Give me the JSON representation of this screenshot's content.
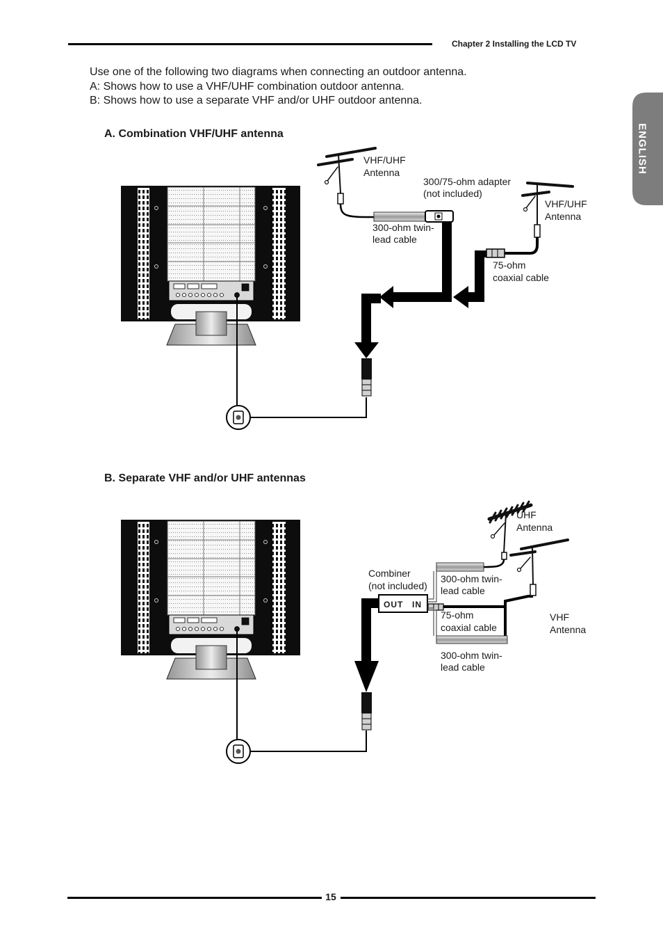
{
  "header": {
    "chapter_title": "Chapter 2 Installing the LCD TV"
  },
  "side_tab": {
    "label": "ENGLISH"
  },
  "intro": {
    "line1": "Use one of the following two diagrams when connecting an outdoor antenna.",
    "line2": "A: Shows how to use a VHF/UHF combination outdoor antenna.",
    "line3": "B: Shows how to use a separate VHF and/or UHF outdoor antenna."
  },
  "diagram_a": {
    "title": "A. Combination VHF/UHF antenna",
    "antenna_left": {
      "line1": "VHF/UHF",
      "line2": "Antenna"
    },
    "adapter": {
      "line1": "300/75-ohm adapter",
      "line2": "(not included)"
    },
    "antenna_right": {
      "line1": "VHF/UHF",
      "line2": "Antenna"
    },
    "twin_lead": {
      "line1": "300-ohm twin-",
      "line2": "lead cable"
    },
    "coaxial": {
      "line1": "75-ohm",
      "line2": "coaxial cable"
    }
  },
  "diagram_b": {
    "title": "B. Separate VHF and/or UHF antennas",
    "uhf_antenna": {
      "line1": "UHF",
      "line2": "Antenna"
    },
    "combiner": {
      "line1": "Combiner",
      "line2": "(not included)",
      "out_label": "OUT",
      "in_label": "IN"
    },
    "twin_lead_top": {
      "line1": "300-ohm twin-",
      "line2": "lead cable"
    },
    "coaxial": {
      "line1": "75-ohm",
      "line2": "coaxial cable"
    },
    "vhf_antenna": {
      "line1": "VHF",
      "line2": "Antenna"
    },
    "twin_lead_bottom": {
      "line1": "300-ohm twin-",
      "line2": "lead cable"
    }
  },
  "footer": {
    "page_number": "15"
  },
  "colors": {
    "text": "#1a1a1a",
    "side_tab": "#7d7d7d",
    "rule": "#000000"
  }
}
